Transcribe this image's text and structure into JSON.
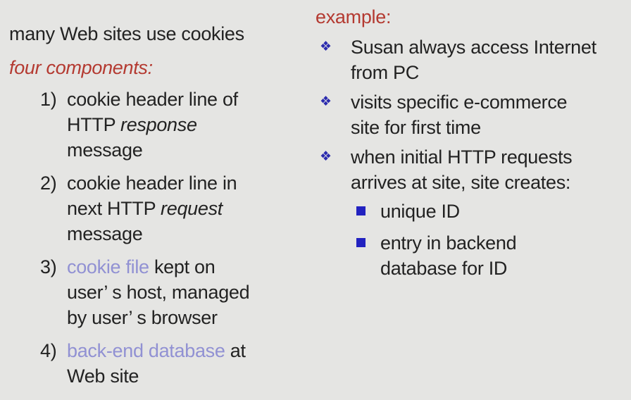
{
  "slide": {
    "background_color": "#e5e5e3",
    "text_color": "#222222",
    "accent_red": "#b43a31",
    "accent_purple": "#9191d3",
    "bullet_blue": "#2b2bae",
    "square_blue": "#2222c0",
    "left": {
      "title": "many Web sites use cookies",
      "subtitle": "four components:",
      "components": [
        {
          "number": "1)",
          "pre": "cookie header line of\nHTTP ",
          "em": "response",
          "post": "\nmessage"
        },
        {
          "number": "2)",
          "pre": "cookie header line in\nnext HTTP ",
          "em": "request",
          "post": "\nmessage"
        },
        {
          "number": "3)",
          "term": "cookie file",
          "post": " kept on\nuser’ s host, managed\nby user’ s browser"
        },
        {
          "number": "4)",
          "term": "back-end database",
          "post": " at\nWeb site"
        }
      ]
    },
    "right": {
      "heading": "example:",
      "bullet_glyph": "❖",
      "bullets": [
        {
          "text": "Susan always access Internet\nfrom PC"
        },
        {
          "text": "visits specific e-commerce\nsite for first time"
        },
        {
          "text": "when initial HTTP requests\narrives at site, site creates:",
          "sub_bullets": [
            "unique ID",
            "entry in backend\ndatabase for ID"
          ]
        }
      ]
    }
  }
}
